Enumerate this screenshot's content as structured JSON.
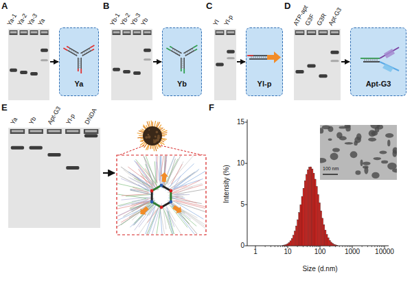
{
  "diagram": {
    "nodes": [
      {
        "text": [
          "Ya-1",
          "Ya-2",
          "Ya-3",
          "Ya"
        ]
      },
      {
        "text": [
          "Ya"
        ]
      },
      {
        "text": [
          "Yb-1",
          "Yb-2",
          "Yb-3",
          "Yb"
        ]
      },
      {
        "text": [
          "Yb"
        ]
      },
      {
        "text": [
          "Yl",
          "Yl-p"
        ]
      },
      {
        "text": [
          "Yl-p"
        ]
      },
      {
        "text": [
          "ATP-apt",
          "G3F",
          "G3R",
          "Apt-G3"
        ]
      },
      {
        "text": [
          "Apt-G3"
        ]
      },
      {
        "text": [
          "Ya",
          "Yb",
          "Apt-G3",
          "Yl-p",
          "DNDA"
        ]
      }
    ],
    "edges": [
      {
        "from": 0,
        "to": 1,
        "arrow": "to"
      },
      {
        "from": 2,
        "to": 3,
        "arrow": "to"
      },
      {
        "from": 4,
        "to": 5,
        "arrow": "to"
      },
      {
        "from": 6,
        "to": 7,
        "arrow": "to"
      }
    ],
    "labels": [
      "A",
      "B",
      "C",
      "D",
      "E",
      "F",
      "0",
      "5",
      "10",
      "15",
      "1",
      "10",
      "100",
      "1000",
      "10000",
      "Intensity (%)",
      "Size (d.nm)",
      "100 nm"
    ]
  }
}
